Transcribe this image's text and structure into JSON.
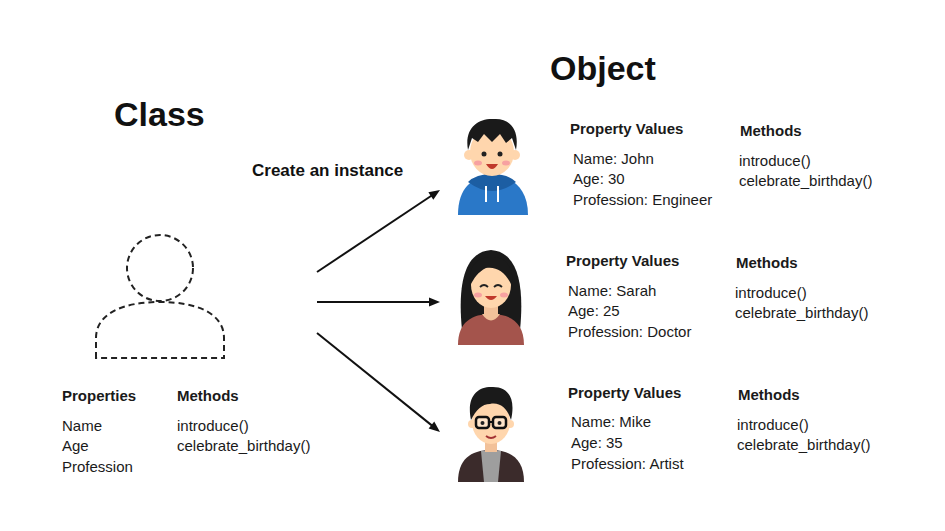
{
  "diagram": {
    "nodes": [
      {
        "text": [
          "Properties",
          "Name",
          "Age",
          "Profession",
          "Methods",
          "introduce()",
          "celebrate_birthday()"
        ]
      },
      {
        "text": [
          "Property Values",
          "Name: John",
          "Age: 30",
          "Profession: Engineer",
          "Methods",
          "introduce()",
          "celebrate_birthday()"
        ]
      },
      {
        "text": [
          "Property Values",
          "Name: Sarah",
          "Age: 25",
          "Profession: Doctor",
          "Methods",
          "introduce()",
          "celebrate_birthday()"
        ]
      },
      {
        "text": [
          "Property Values",
          "Name: Mike",
          "Age: 35",
          "Profession: Artist",
          "Methods",
          "introduce()",
          "celebrate_birthday()"
        ]
      }
    ],
    "edges": [
      {
        "from": 0,
        "to": 1,
        "arrow": "to"
      },
      {
        "from": 0,
        "to": 2,
        "arrow": "to"
      },
      {
        "from": 0,
        "to": 3,
        "arrow": "to"
      }
    ],
    "labels": [
      "Class",
      "Object",
      "Create an instance"
    ]
  }
}
